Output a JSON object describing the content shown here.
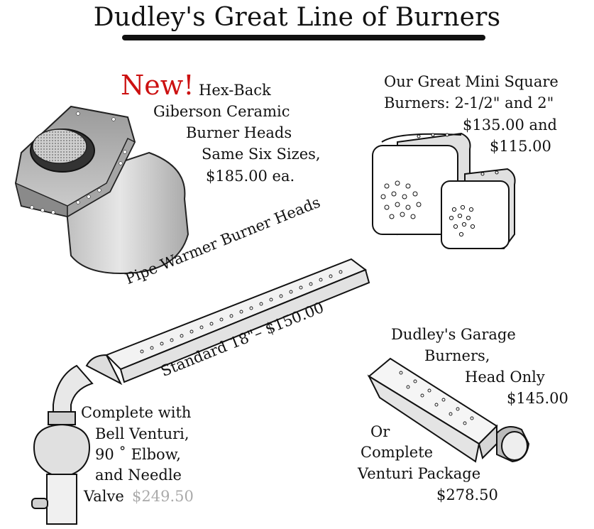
{
  "title": "Dudley's Great Line of Burners",
  "hex": {
    "badge": "New!",
    "line1": "Hex-Back",
    "line2": "Giberson Ceramic",
    "line3": "Burner Heads",
    "line4": "Same Six Sizes,",
    "price": "$185.00 ea."
  },
  "mini": {
    "line1": "Our Great Mini Square",
    "line2": "Burners: 2-1/2\" and 2\"",
    "price1": "$135.00 and",
    "price2": "$115.00"
  },
  "pipe": {
    "label": "Pipe Warmer Burner Heads",
    "price": "Standard 18\"– $150.00"
  },
  "complete": {
    "line1": "Complete with",
    "line2": "Bell Venturi,",
    "line3": "90 ˚ Elbow,",
    "line4": "and Needle",
    "line5_label": "Valve",
    "line5_price": "$249.50"
  },
  "garage": {
    "line1": "Dudley's Garage",
    "line2": "Burners,",
    "line3": "Head Only",
    "price1": "$145.00",
    "line4": "Or",
    "line5": "Complete",
    "line6": "Venturi Package",
    "price2": "$278.50"
  }
}
